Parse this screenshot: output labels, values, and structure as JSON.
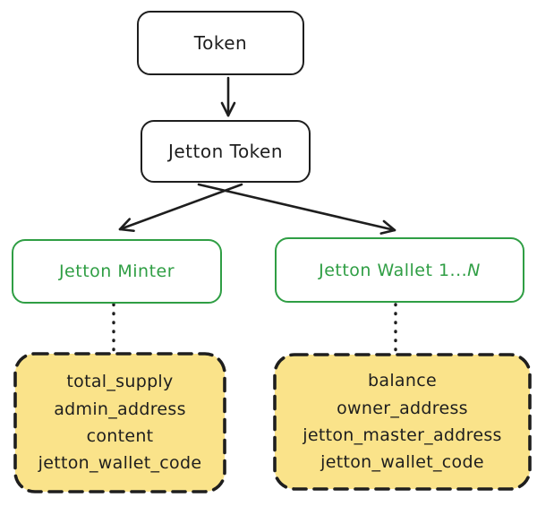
{
  "diagram": {
    "nodes": {
      "token": {
        "label": "Token"
      },
      "jetton_token": {
        "label": "Jetton Token"
      },
      "jetton_minter": {
        "label": "Jetton Minter"
      },
      "jetton_wallet": {
        "label_main": "Jetton Wallet 1...",
        "label_var": "N"
      },
      "minter_fields": {
        "lines": [
          "total_supply",
          "admin_address",
          "content",
          "jetton_wallet_code"
        ]
      },
      "wallet_fields": {
        "lines": [
          "balance",
          "owner_address",
          "jetton_master_address",
          "jetton_wallet_code"
        ]
      }
    },
    "edges": [
      {
        "from": "Token",
        "to": "Jetton Token",
        "style": "solid-arrow"
      },
      {
        "from": "Jetton Token",
        "to": "Jetton Minter",
        "style": "solid-arrow"
      },
      {
        "from": "Jetton Token",
        "to": "Jetton Wallet 1...N",
        "style": "solid-arrow"
      },
      {
        "from": "Jetton Minter",
        "to": "minter-fields",
        "style": "dotted"
      },
      {
        "from": "Jetton Wallet 1...N",
        "to": "wallet-fields",
        "style": "dotted"
      }
    ],
    "colors": {
      "stroke": "#1e1e1e",
      "green": "#2f9e44",
      "yellow_fill": "#fae38a"
    }
  }
}
